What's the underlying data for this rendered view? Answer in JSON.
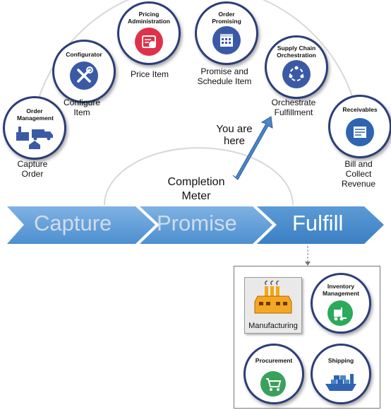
{
  "nodes": {
    "order_management": {
      "title": "Order Management",
      "caption": "Capture Order"
    },
    "configurator": {
      "title": "Configurator",
      "caption": "Configure Item"
    },
    "pricing": {
      "title": "Pricing Administration",
      "caption": "Price Item"
    },
    "order_promising": {
      "title": "Order Promising",
      "caption": "Promise and Schedule Item"
    },
    "supply_chain": {
      "title": "Supply Chain Orchestration",
      "caption": "Orchestrate Fulfillment"
    },
    "receivables": {
      "title": "Receivables",
      "caption": "Bill and Collect Revenue"
    }
  },
  "pointer_label": "You are here",
  "meter_label": "Completion Meter",
  "stages": [
    "Capture",
    "Promise",
    "Fulfill"
  ],
  "fulfill_box": {
    "manufacturing": "Manufacturing",
    "inventory": "Inventory Management",
    "procurement": "Procurement",
    "shipping": "Shipping"
  },
  "icons": {
    "order_management": "factory-truck-house-icon",
    "configurator": "wrench-screwdriver-icon",
    "pricing": "price-tag-icon",
    "order_promising": "calendar-icon",
    "supply_chain": "orchestration-cycle-icon",
    "receivables": "invoice-icon",
    "manufacturing": "factory-icon",
    "inventory": "forklift-icon",
    "procurement": "shopping-cart-icon",
    "shipping": "cargo-ship-icon"
  },
  "colors": {
    "node_border": "#2c3e78",
    "banner_blue": "#5b9bd5",
    "configurator_icon": "#3b5aa6",
    "pricing_icon": "#e0314b",
    "promising_icon": "#3b5aa6",
    "supply_icon": "#3b5aa6",
    "receivables_icon": "#2f64b0",
    "inventory_icon": "#2aaa5a",
    "procurement_icon": "#3aa15b"
  }
}
